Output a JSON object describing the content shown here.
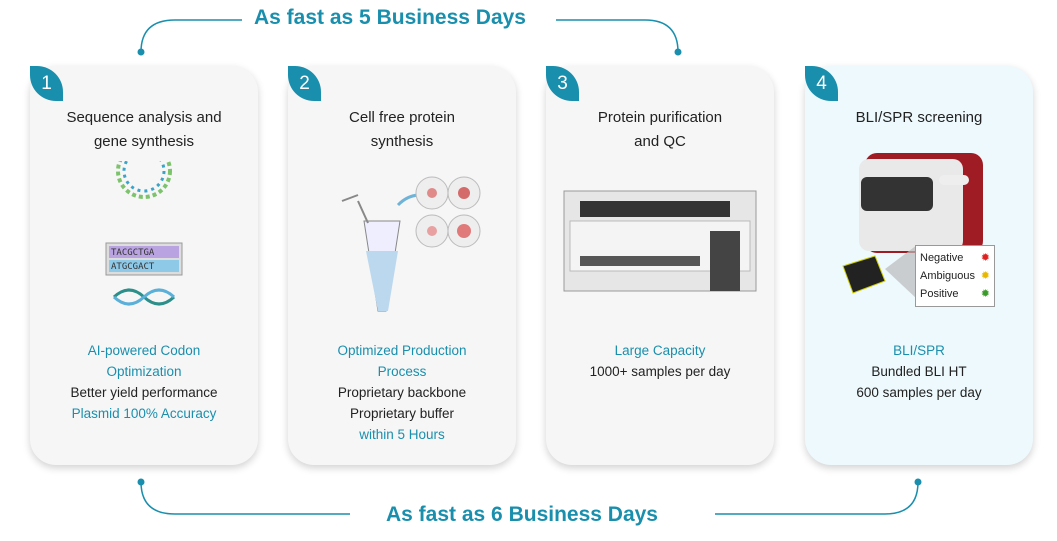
{
  "top_banner": "As fast as 5 Business Days",
  "bottom_banner": "As fast as 6 Business Days",
  "accent": "#1a8fad",
  "steps": [
    {
      "number": "1",
      "title": [
        "Sequence analysis and",
        "gene synthesis"
      ],
      "info": [
        {
          "text": "AI-powered Codon",
          "accent": true
        },
        {
          "text": "Optimization",
          "accent": true
        },
        {
          "text": "Better yield performance",
          "accent": false
        },
        {
          "text": "Plasmid 100% Accuracy",
          "accent": true
        }
      ]
    },
    {
      "number": "2",
      "title": [
        "Cell free protein",
        "synthesis"
      ],
      "info": [
        {
          "text": "Optimized Production",
          "accent": true
        },
        {
          "text": "Process",
          "accent": true
        },
        {
          "text": "Proprietary backbone",
          "accent": false
        },
        {
          "text": "Proprietary buffer",
          "accent": false
        },
        {
          "text": "within 5 Hours",
          "accent": true
        }
      ]
    },
    {
      "number": "3",
      "title": [
        "Protein purification",
        "and QC"
      ],
      "info": [
        {
          "text": "Large Capacity",
          "accent": true
        },
        {
          "text": "1000+ samples per day",
          "accent": false
        }
      ]
    },
    {
      "number": "4",
      "title": [
        "BLI/SPR screening"
      ],
      "info": [
        {
          "text": "BLI/SPR",
          "accent": true
        },
        {
          "text": "Bundled BLI HT",
          "accent": false
        },
        {
          "text": "600 samples per day",
          "accent": false
        }
      ],
      "legend": [
        "Negative",
        "Ambiguous",
        "Positive"
      ]
    }
  ]
}
